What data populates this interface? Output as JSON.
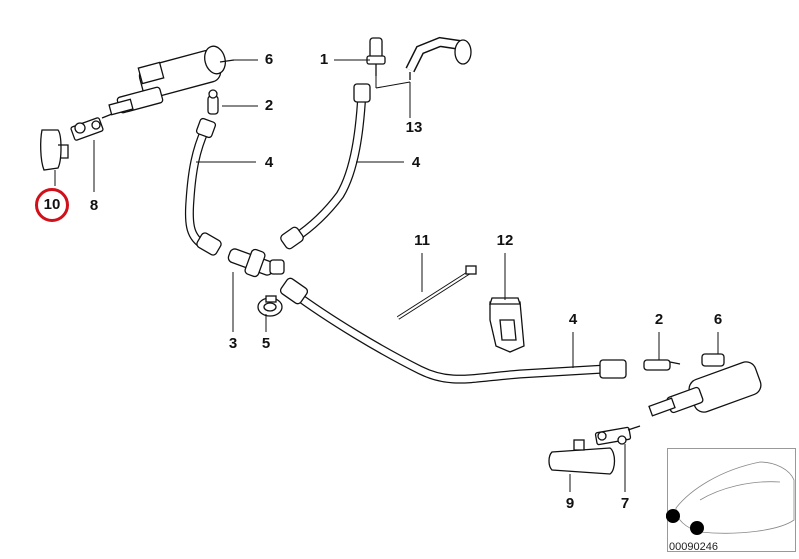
{
  "callouts": {
    "c1": "1",
    "c2_top": "2",
    "c2_right": "2",
    "c3": "3",
    "c4_left": "4",
    "c4_mid": "4",
    "c4_right": "4",
    "c5": "5",
    "c6_top": "6",
    "c6_right": "6",
    "c7": "7",
    "c8": "8",
    "c9": "9",
    "c10": "10",
    "c11": "11",
    "c12": "12",
    "c13": "13"
  },
  "highlight": {
    "label": "10",
    "color": "#d0101a"
  },
  "reference_number": "00090246"
}
